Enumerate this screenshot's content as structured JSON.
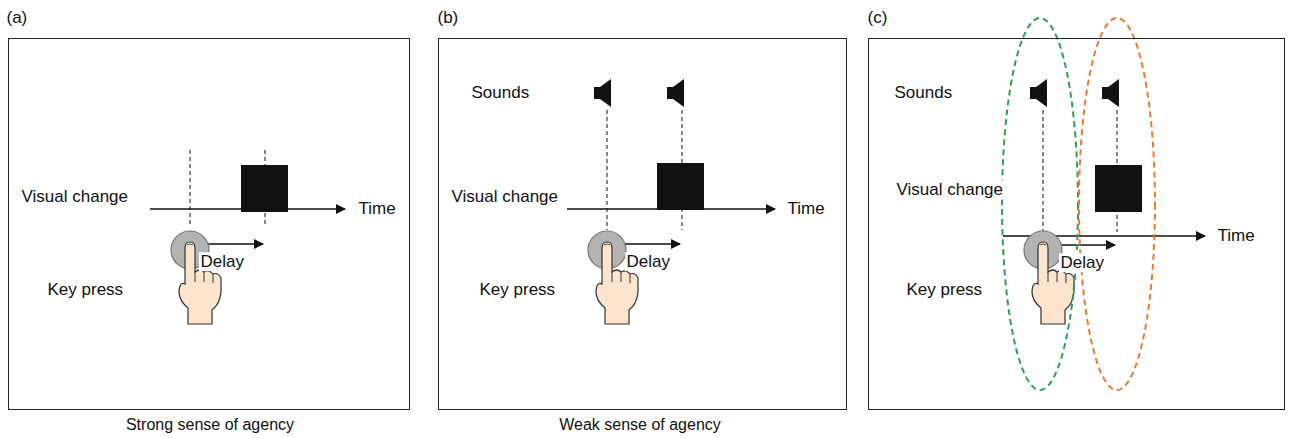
{
  "diagram": {
    "nodes": [
      {
        "text": [
          "(a)",
          "Visual change",
          "Time",
          "Delay",
          "Key press"
        ]
      },
      {
        "text": [
          "(b)",
          "Sounds",
          "Visual change",
          "Time",
          "Delay",
          "Key press"
        ]
      },
      {
        "text": [
          "(c)",
          "Sounds",
          "Visual change",
          "Time",
          "Delay",
          "Key press"
        ]
      }
    ],
    "labels": [
      "Strong sense of agency",
      "Weak sense of agency"
    ]
  }
}
